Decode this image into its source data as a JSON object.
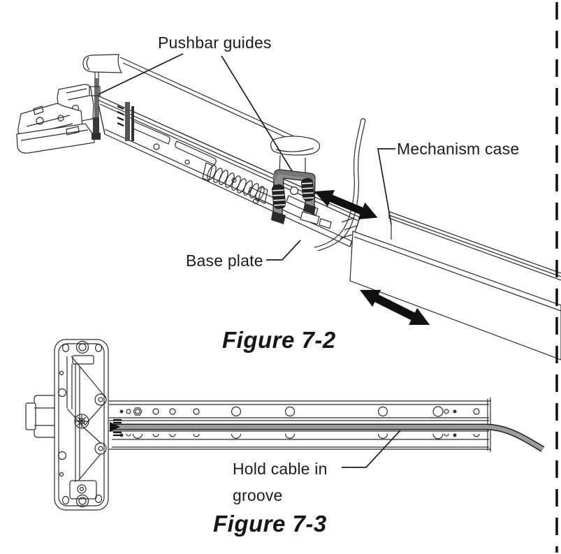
{
  "page": {
    "background": "#ffffff",
    "text_color": "#1c1c1c"
  },
  "figure_7_2": {
    "caption": "Figure 7-2",
    "labels": {
      "pushbar_guides": "Pushbar guides",
      "mechanism_case": "Mechanism case",
      "base_plate": "Base plate"
    }
  },
  "figure_7_3": {
    "caption": "Figure 7-3",
    "labels": {
      "hold_cable_in_groove": "Hold cable in\ngroove"
    }
  },
  "colors": {
    "line_art": "#2b2b2b",
    "arrow_black": "#111111",
    "cable_gray": "#9c9c9c",
    "guide_gray": "#8f8f8f"
  }
}
